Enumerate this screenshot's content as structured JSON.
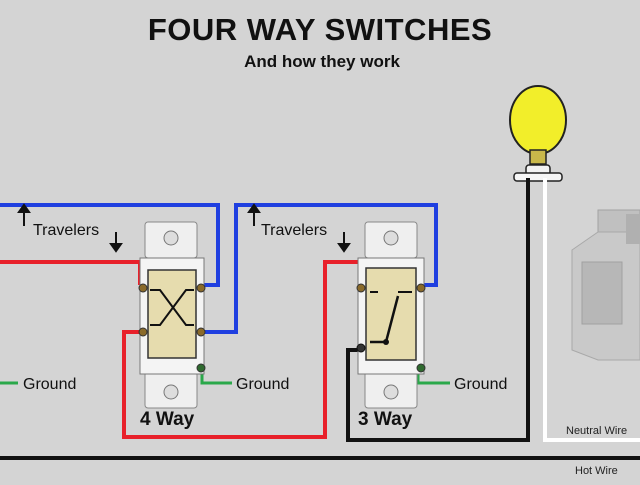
{
  "diagram": {
    "title": "FOUR WAY SWITCHES",
    "subtitle": "And how they work",
    "travelers_left": "Travelers",
    "travelers_right": "Travelers",
    "ground_left": "Ground",
    "ground_middle": "Ground",
    "ground_right": "Ground",
    "switch_4way": "4 Way",
    "switch_3way": "3 Way",
    "neutral_wire": "Neutral Wire",
    "hot_wire": "Hot Wire"
  },
  "colors": {
    "background": "#d4d4d4",
    "traveler_red": "#e8202a",
    "traveler_blue": "#1f3fe0",
    "ground_green": "#2aa84a",
    "hot_black": "#111111",
    "neutral_white": "#ffffff",
    "bulb_yellow": "#f2ee2a"
  }
}
